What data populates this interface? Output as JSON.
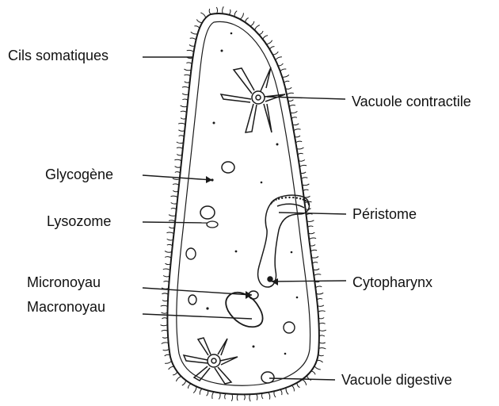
{
  "labels": {
    "cils_somatiques": "Cils somatiques",
    "vacuole_contractile": "Vacuole contractile",
    "glycogene": "Glycogène",
    "lysozome": "Lysozome",
    "peristome": "Péristome",
    "micronoyau": "Micronoyau",
    "cytopharynx": "Cytopharynx",
    "macronoyau": "Macronoyau",
    "vacuole_digestive": "Vacuole digestive"
  },
  "colors": {
    "ink": "#1a1a1a",
    "background": "#ffffff"
  }
}
